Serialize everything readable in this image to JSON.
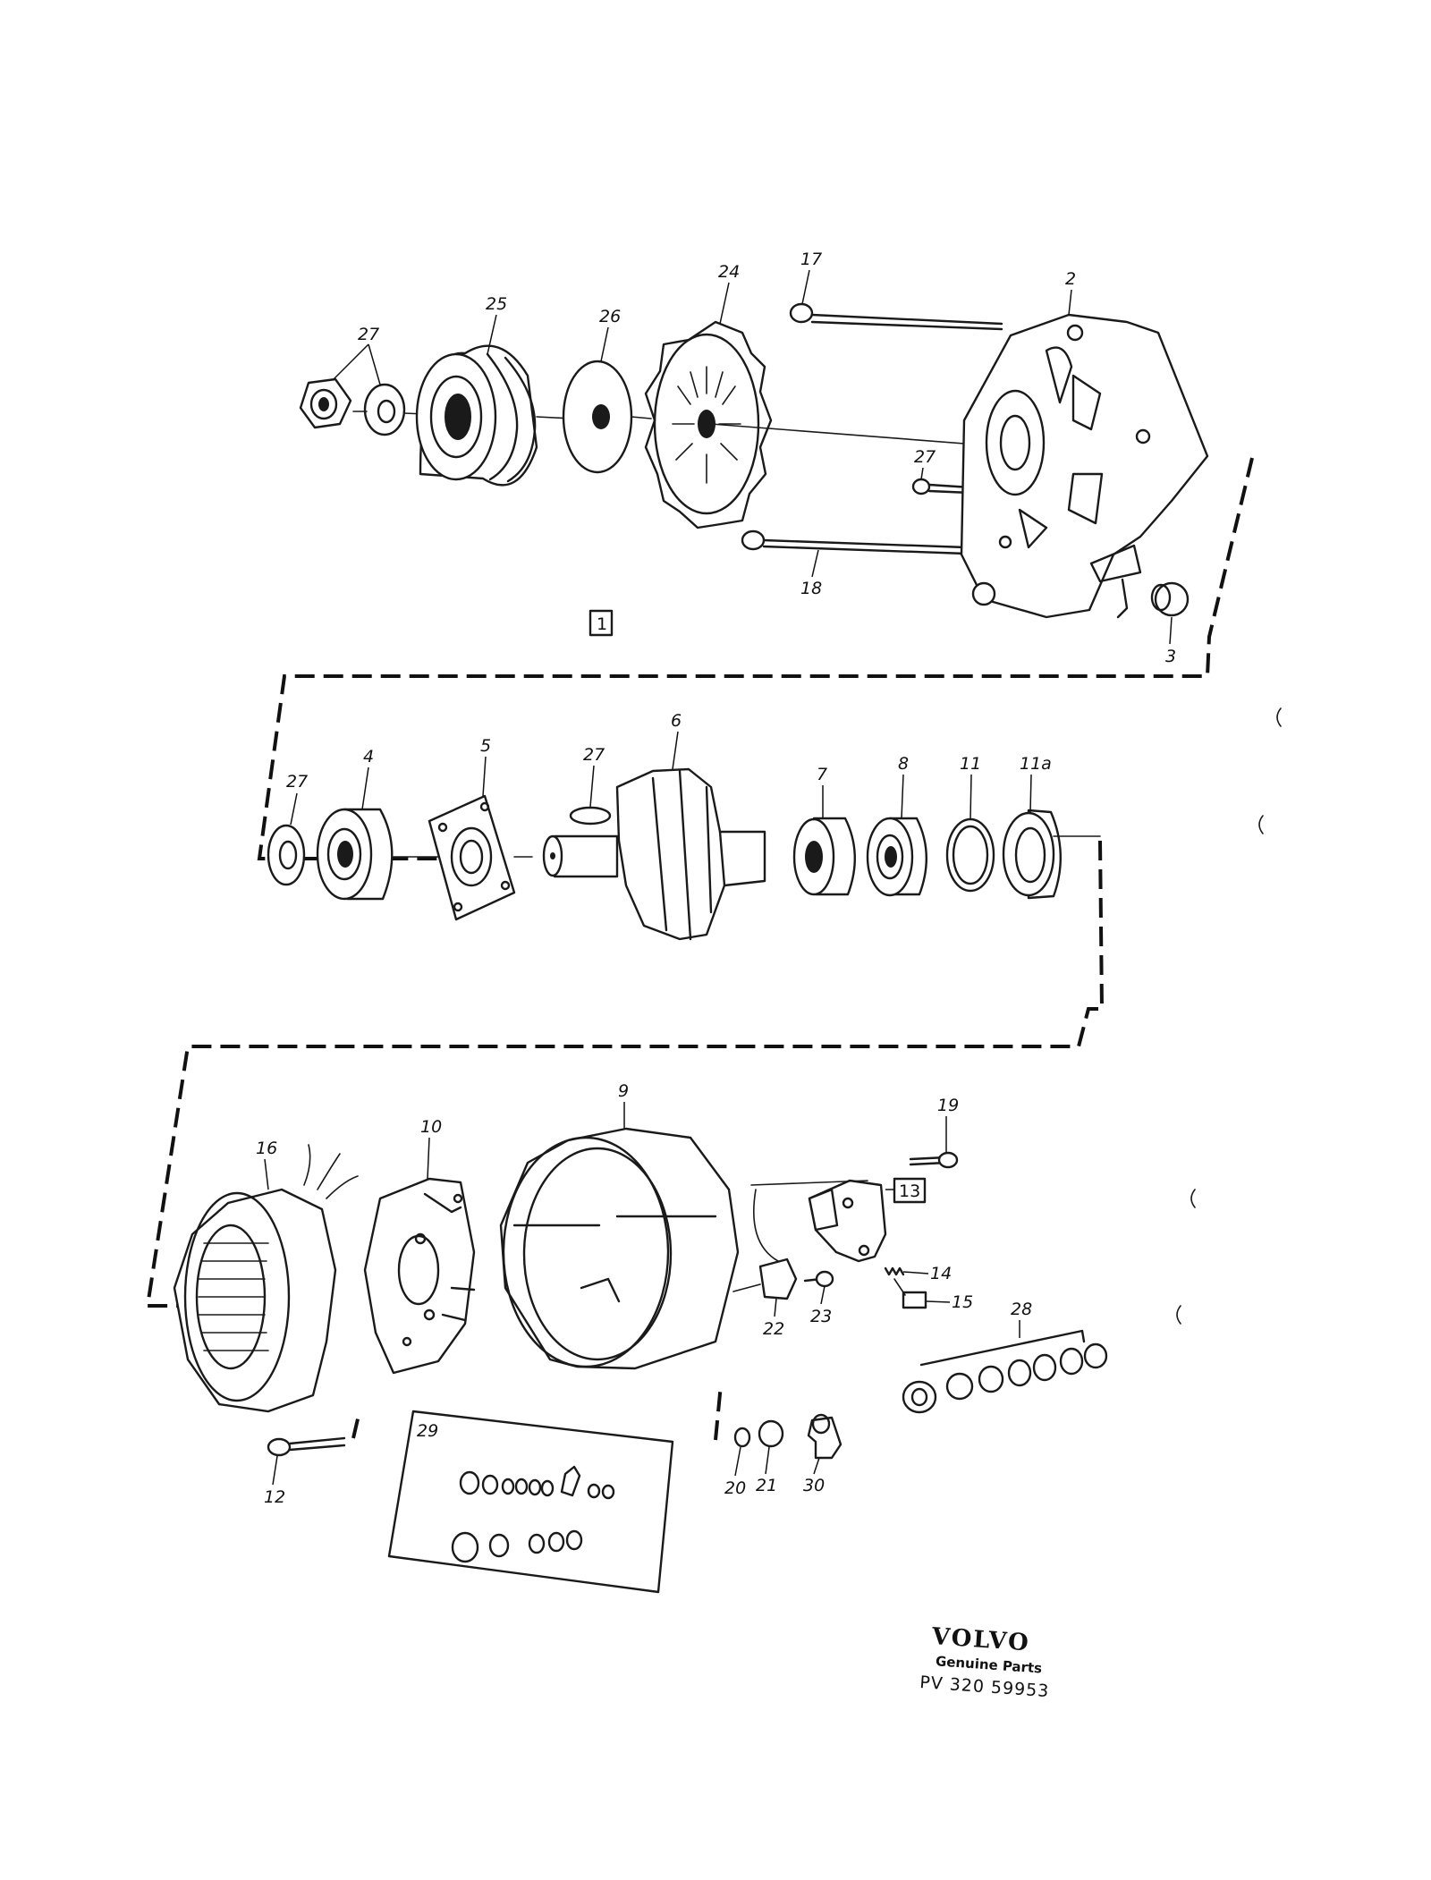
{
  "diagram": {
    "group_box_1": "1",
    "box_13": "13",
    "box_29": "29",
    "callouts": {
      "c2": "2",
      "c3": "3",
      "c4": "4",
      "c5": "5",
      "c6": "6",
      "c7": "7",
      "c8": "8",
      "c9": "9",
      "c10": "10",
      "c11": "11",
      "c11a": "11a",
      "c12": "12",
      "c14": "14",
      "c15": "15",
      "c16": "16",
      "c17": "17",
      "c18": "18",
      "c19": "19",
      "c20": "20",
      "c21": "21",
      "c22": "22",
      "c23": "23",
      "c24": "24",
      "c25": "25",
      "c26": "26",
      "c27a": "27",
      "c27b": "27",
      "c27c": "27",
      "c27d": "27",
      "c28": "28",
      "c30": "30"
    }
  },
  "footer": {
    "brand": "VOLVO",
    "subtitle": "Genuine Parts",
    "code": "PV 320 59953"
  }
}
